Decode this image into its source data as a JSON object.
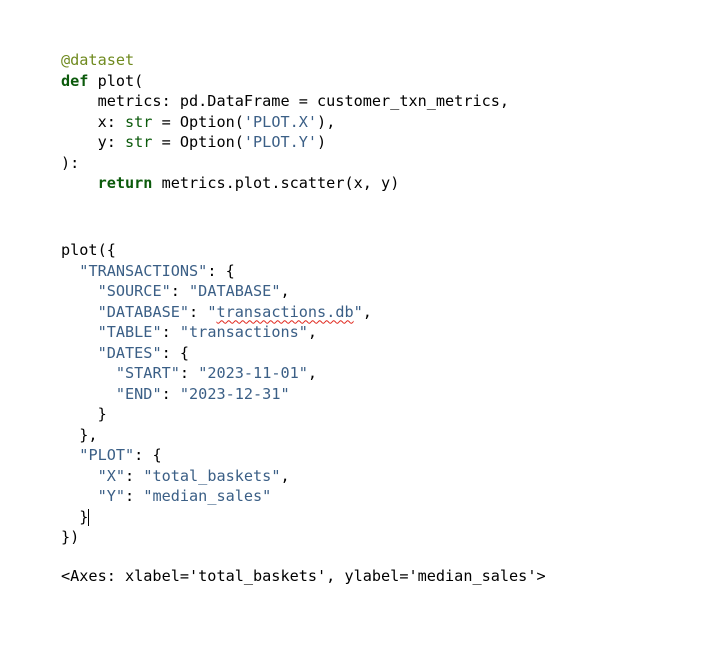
{
  "cell": {
    "decorator": "@dataset",
    "kw_def": "def",
    "func_sig": " plot(",
    "param_metrics": "    metrics: pd.DataFrame = customer_txn_metrics,",
    "param_x_pre": "    x: ",
    "param_x_type": "str",
    "param_x_mid": " = Option(",
    "param_x_str": "'PLOT.X'",
    "param_x_end": "),",
    "param_y_pre": "    y: ",
    "param_y_type": "str",
    "param_y_mid": " = Option(",
    "param_y_str": "'PLOT.Y'",
    "param_y_end": ")",
    "close_sig": "):",
    "return_indent": "    ",
    "kw_return": "return",
    "return_rest": " metrics.plot.scatter(x, y)"
  },
  "call": {
    "open": "plot({",
    "l1_pre": "  ",
    "l1_key": "\"TRANSACTIONS\"",
    "l1_post": ": {",
    "l2_pre": "    ",
    "l2_key": "\"SOURCE\"",
    "l2_mid": ": ",
    "l2_val": "\"DATABASE\"",
    "l2_post": ",",
    "l3_pre": "    ",
    "l3_key": "\"DATABASE\"",
    "l3_mid": ": ",
    "l3_q1": "\"",
    "l3_val": "transactions.db",
    "l3_q2": "\"",
    "l3_post": ",",
    "l4_pre": "    ",
    "l4_key": "\"TABLE\"",
    "l4_mid": ": ",
    "l4_val": "\"transactions\"",
    "l4_post": ",",
    "l5_pre": "    ",
    "l5_key": "\"DATES\"",
    "l5_post": ": {",
    "l6_pre": "      ",
    "l6_key": "\"START\"",
    "l6_mid": ": ",
    "l6_val": "\"2023-11-01\"",
    "l6_post": ",",
    "l7_pre": "      ",
    "l7_key": "\"END\"",
    "l7_mid": ": ",
    "l7_val": "\"2023-12-31\"",
    "l8": "    }",
    "l9": "  },",
    "l10_pre": "  ",
    "l10_key": "\"PLOT\"",
    "l10_post": ": {",
    "l11_pre": "    ",
    "l11_key": "\"X\"",
    "l11_mid": ": ",
    "l11_val": "\"total_baskets\"",
    "l11_post": ",",
    "l12_pre": "    ",
    "l12_key": "\"Y\"",
    "l12_mid": ": ",
    "l12_val": "\"median_sales\"",
    "l13": "  }",
    "close": "})"
  },
  "output": {
    "text": "<Axes: xlabel='total_baskets', ylabel='median_sales'>"
  },
  "colors": {
    "decorator": "#6f8a1f",
    "keyword": "#0b5a0b",
    "string": "#3b5f86",
    "spellcheck": "#e0261c"
  }
}
